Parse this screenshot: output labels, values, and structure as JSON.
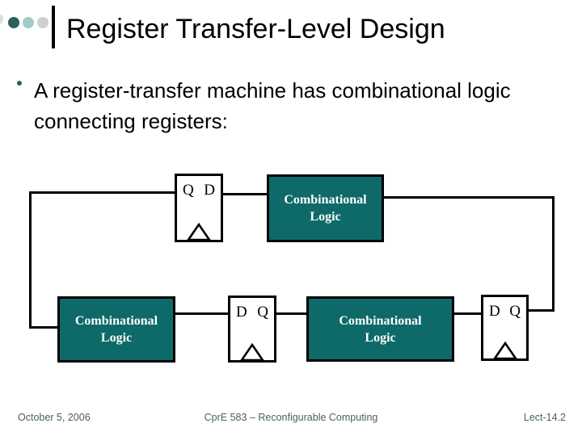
{
  "slide": {
    "title": "Register Transfer-Level Design",
    "bullet_text": "A register-transfer machine has combinational logic connecting registers:"
  },
  "diagram": {
    "logic_block_label": {
      "line1": "Combinational",
      "line2": "Logic"
    },
    "registers": {
      "top": {
        "left_pin": "Q",
        "right_pin": "D"
      },
      "bottom_middle": {
        "left_pin": "D",
        "right_pin": "Q"
      },
      "bottom_right": {
        "left_pin": "D",
        "right_pin": "Q"
      }
    },
    "colors": {
      "logic_block_fill": "#0e6a68",
      "logic_block_text": "#ffffff",
      "wire": "#000000",
      "register_fill": "#ffffff"
    }
  },
  "decoration": {
    "bullet_circle_colors": [
      "#2d5f5e",
      "#9fccc9",
      "#cdd0cf"
    ],
    "bullet_dot_color": "#2d5f5e"
  },
  "footer": {
    "date": "October 5, 2006",
    "course": "CprE 583 – Reconfigurable Computing",
    "lecture_ref": "Lect-14.2"
  }
}
